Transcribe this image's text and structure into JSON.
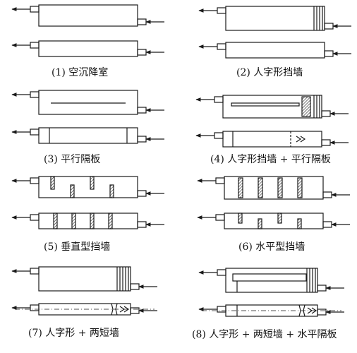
{
  "captions": [
    "(1)  空沉降室",
    "(2)  人字形挡墙",
    "(3)  平行隔板",
    "(4)  人字形挡墙 + 平行隔板",
    "(5)  垂直型挡墙",
    "(6)  水平型挡墙",
    "(7)  人字形 + 两短墙",
    "(8)  人字形 + 两短墙 + 水平隔板"
  ],
  "colors": {
    "line": "#1a1a1a",
    "background": "#ffffff"
  }
}
